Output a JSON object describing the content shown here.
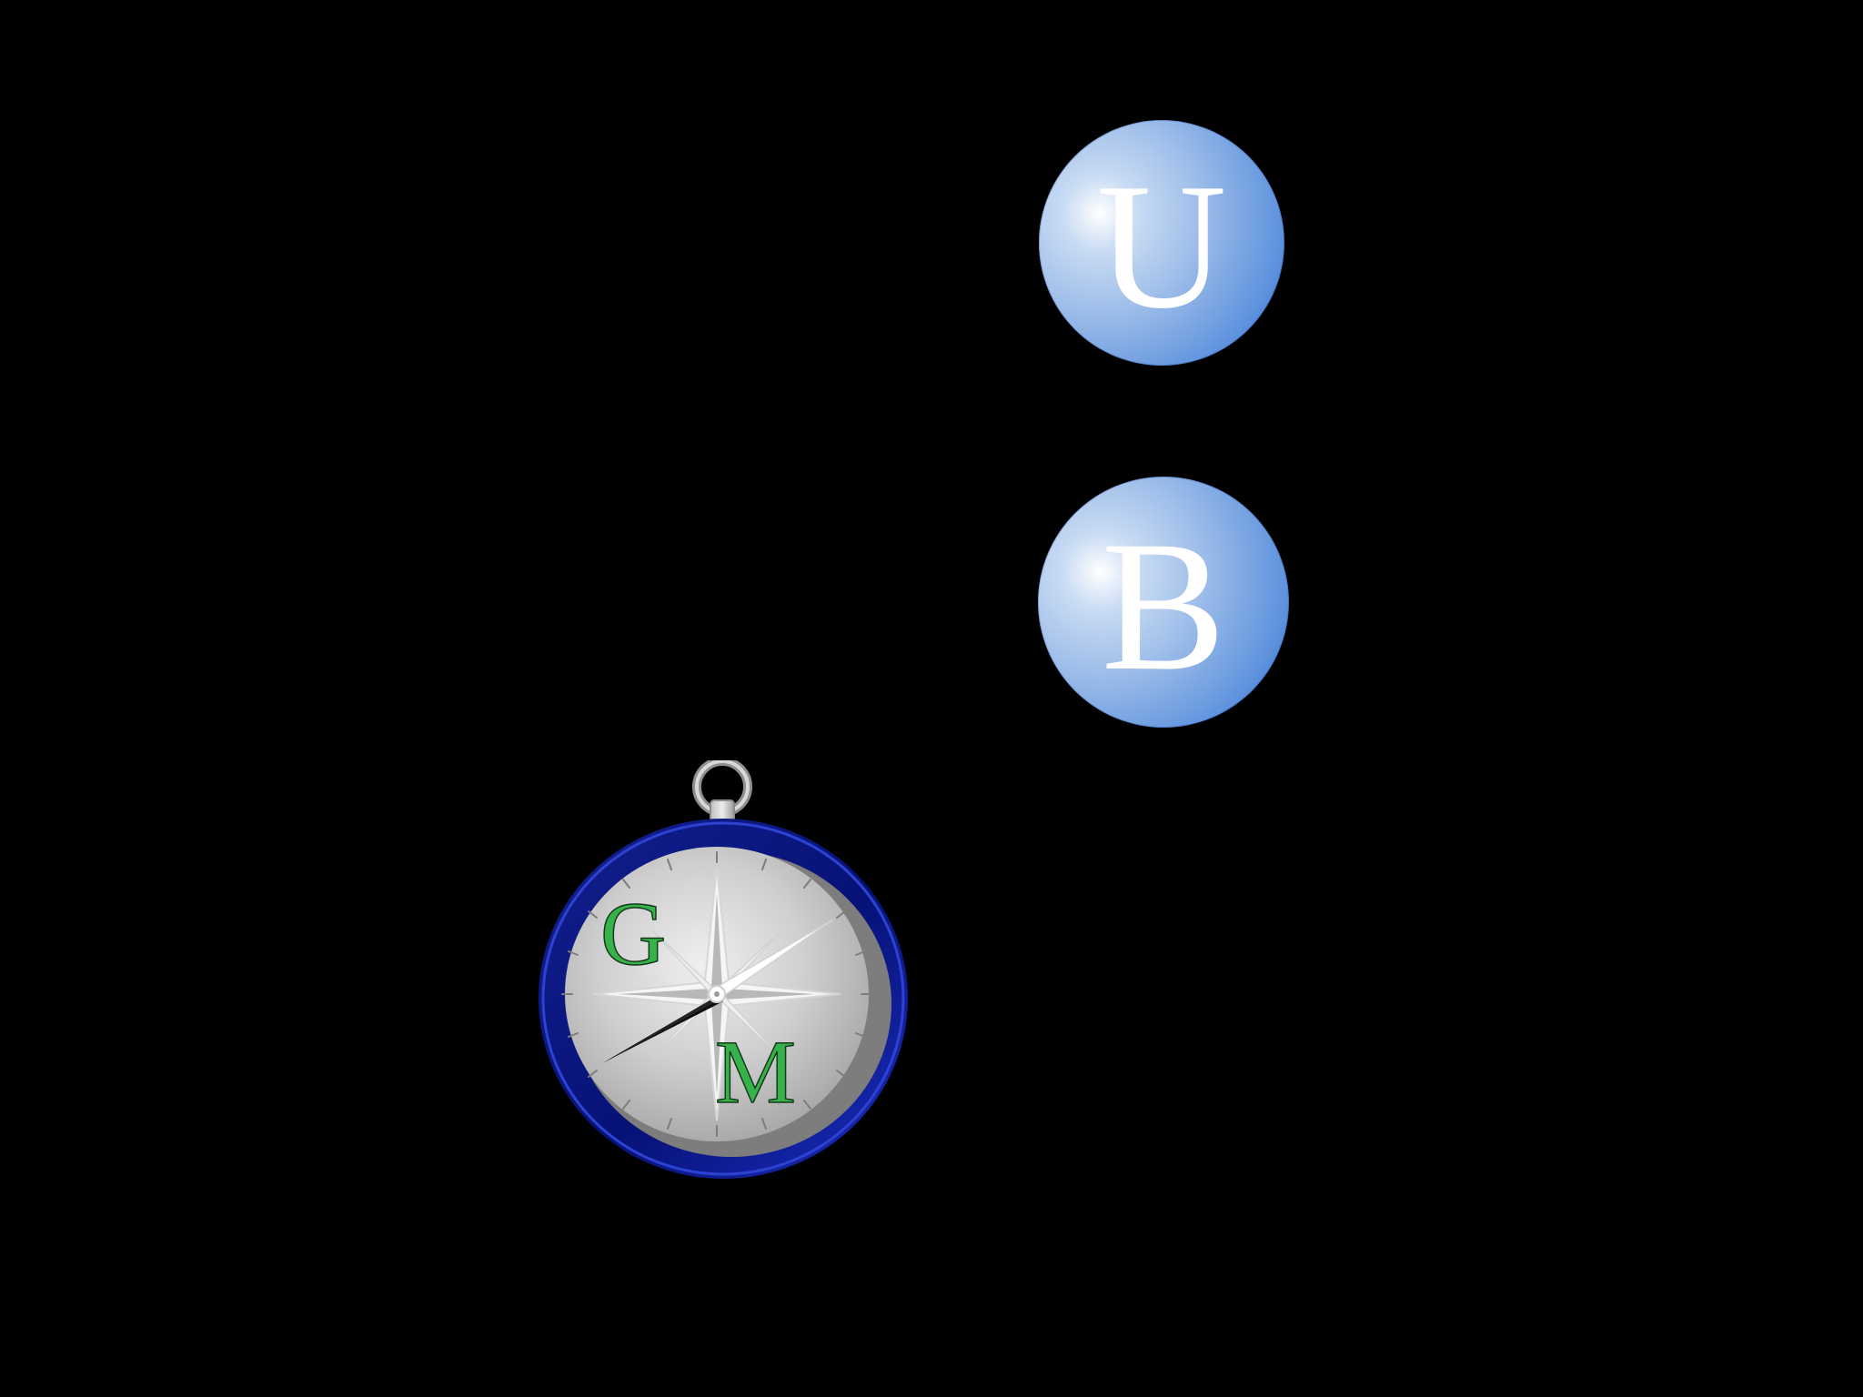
{
  "letters": {
    "top": "U",
    "bottom": "B"
  },
  "logo": {
    "left_letter": "G",
    "right_letter": "M"
  },
  "colors": {
    "background": "#000000",
    "sphere_blue": "#1f63cc",
    "sphere_highlight": "#ffffff",
    "compass_ring": "#0b1a9a",
    "compass_face": "#c9c9c9",
    "logo_green": "#35b24a"
  }
}
